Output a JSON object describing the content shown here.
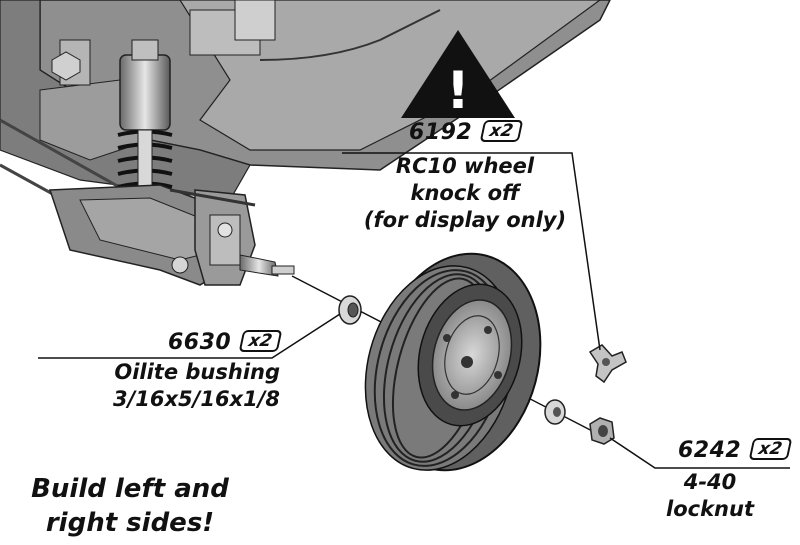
{
  "callouts": {
    "wheel_knockoff": {
      "part_number": "6192",
      "quantity": "x2",
      "description_lines": [
        "RC10 wheel",
        "knock off",
        "(for display only)"
      ]
    },
    "bushing": {
      "part_number": "6630",
      "quantity": "x2",
      "description_lines": [
        "Oilite bushing",
        "3/16x5/16x1/8"
      ]
    },
    "locknut": {
      "part_number": "6242",
      "quantity": "x2",
      "description_lines": [
        "4-40",
        "locknut"
      ]
    }
  },
  "note_lines": [
    "Build left and",
    "right sides!"
  ],
  "warning_symbol": "!",
  "icons": {
    "warning": "warning-triangle-icon"
  }
}
